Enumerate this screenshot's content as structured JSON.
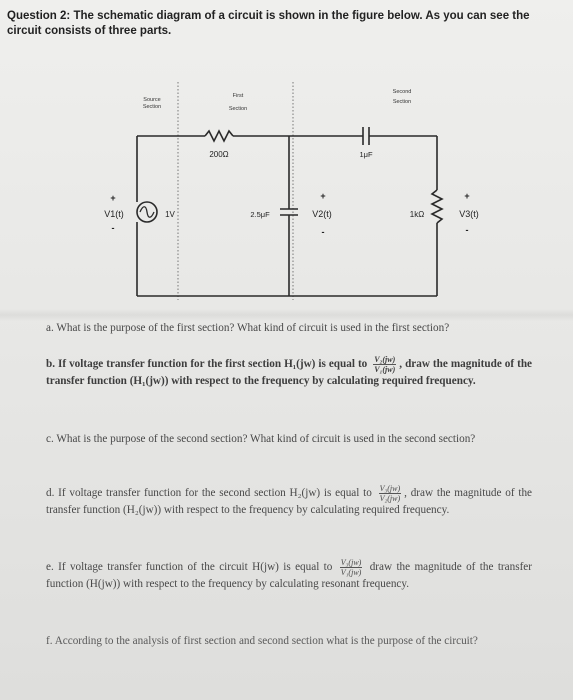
{
  "header": {
    "question_number": "Question 2:",
    "question_text": "The schematic diagram of a circuit is shown in the figure below. As you can see the circuit consists of three parts."
  },
  "diagram": {
    "section_labels": {
      "source": [
        "Source",
        "Section"
      ],
      "first": [
        "First",
        "Section"
      ],
      "second": [
        "Second",
        "Section"
      ]
    },
    "components": {
      "resistor_series": "200Ω",
      "capacitor_series": "1μF",
      "capacitor_shunt": "2.5μF",
      "resistor_output": "1kΩ",
      "source_value": "1V"
    },
    "voltages": {
      "v1": "V1(t)",
      "v2": "V2(t)",
      "v3": "V3(t)"
    },
    "polarity": {
      "plus": "+",
      "minus": "-"
    }
  },
  "questions": {
    "a": "a. What is the purpose of the first section? What kind of circuit is used in the first section?",
    "b_pre": "b. If voltage transfer function for the first section H₁(jw) is equal to",
    "b_num": "V₂(jw)",
    "b_den": "V₁(jw)",
    "b_post": ", draw the magnitude of the transfer function (H₁(jw)) with respect to the frequency by calculating required frequency.",
    "c": "c. What is the purpose of the second section? What kind of circuit is used in the second section?",
    "d_pre": "d. If voltage transfer function for the second section H₂(jw) is equal to",
    "d_num": "V₃(jw)",
    "d_den": "V₂(jw)",
    "d_post": ", draw the magnitude of the transfer function (H₂(jw)) with respect to the frequency by calculating required frequency.",
    "e_pre": "e. If voltage transfer function of the circuit H(jw) is equal to",
    "e_num": "V₃(jw)",
    "e_den": "V₁(jw)",
    "e_post": " draw the magnitude of the transfer function (H(jw)) with respect to the frequency by calculating resonant frequency.",
    "f": "f. According to the analysis of first section and second section what is the purpose of the circuit?"
  }
}
